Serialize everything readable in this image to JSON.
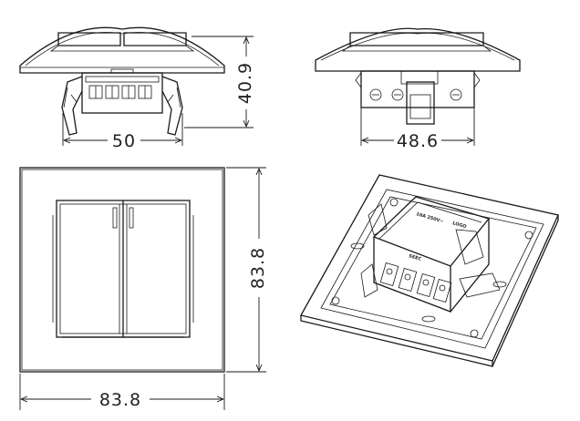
{
  "dimensions": {
    "front_width": "50",
    "front_depth": "40.9",
    "side_width": "48.6",
    "plate_width": "83.8",
    "plate_height": "83.8"
  },
  "module_labels": {
    "rating": "10A 250V~",
    "brand": "LOGO",
    "marking": "SEEC"
  }
}
